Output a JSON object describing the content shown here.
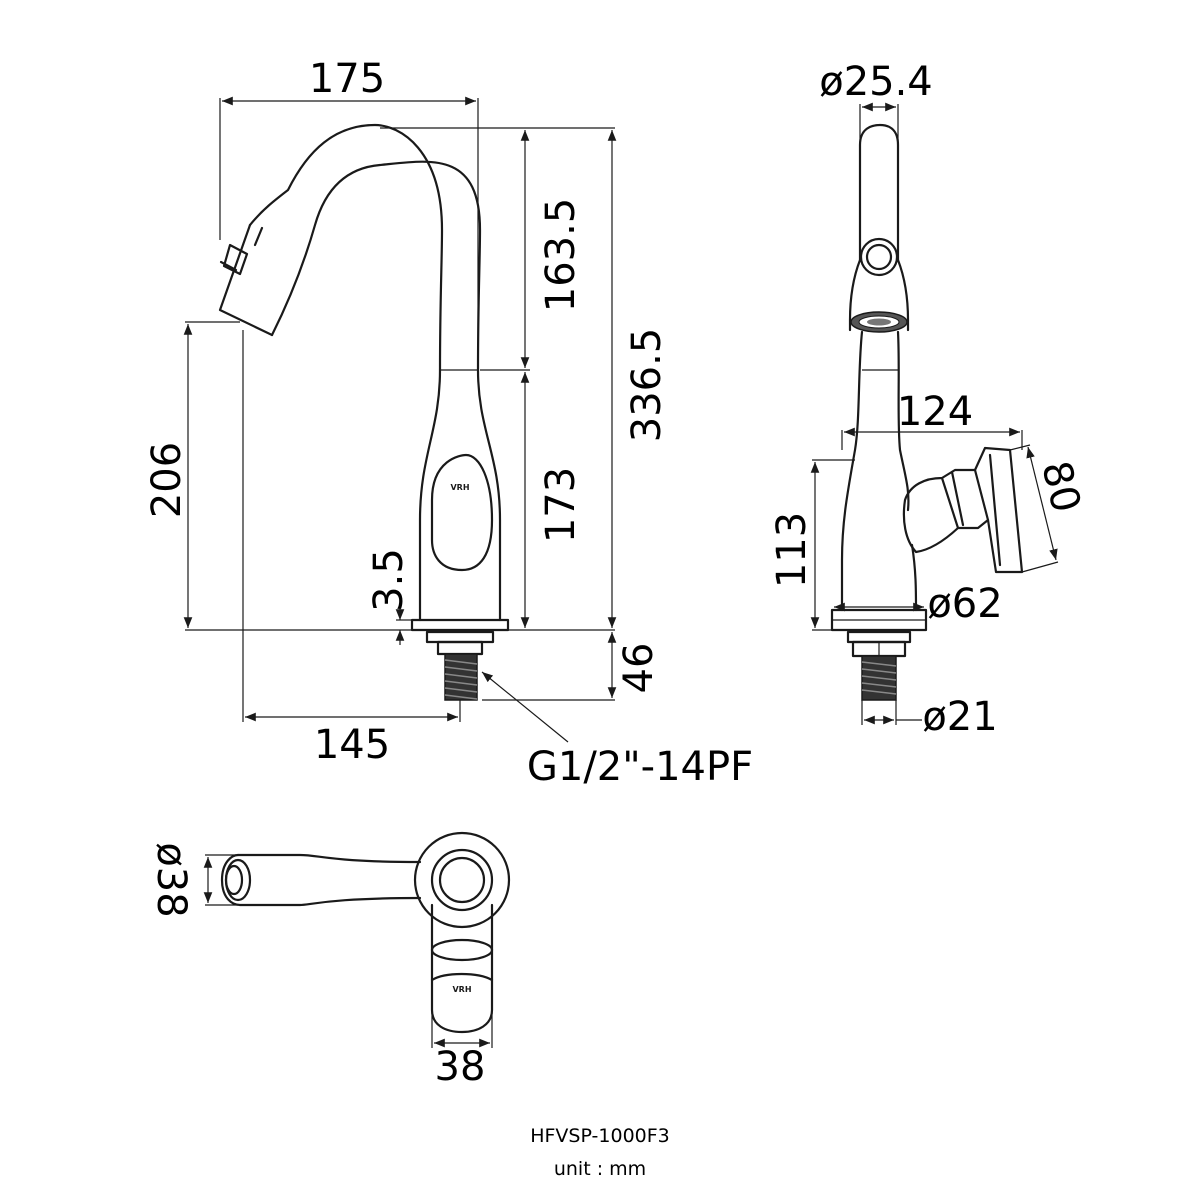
{
  "dimensions": {
    "total_width": "175",
    "spout_height": "163.5",
    "total_height": "336.5",
    "spout_clearance": "206",
    "body_height": "173",
    "base_gap": "3.5",
    "shank_length": "46",
    "reach": "145",
    "outlet_diameter": "ø25.4",
    "handle_reach": "124",
    "handle_length": "80",
    "handle_height": "113",
    "base_diameter": "ø62",
    "shank_diameter": "ø21",
    "top_diameter": "ø38",
    "body_width": "38"
  },
  "thread_spec": "G1/2\"-14PF",
  "logo": "VRH",
  "model": "HFVSP-1000F3",
  "unit_label": "unit : mm"
}
